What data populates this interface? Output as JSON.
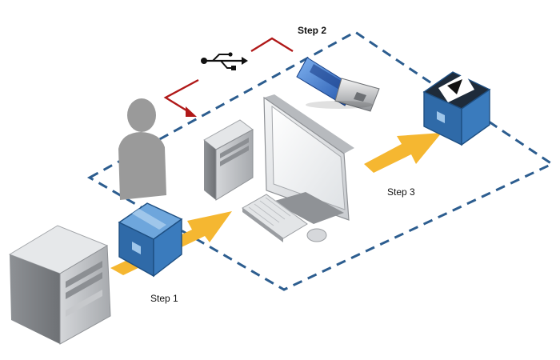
{
  "steps": {
    "step1": "Step 1",
    "step2": "Step 2",
    "step3": "Step 3"
  },
  "colors": {
    "dashed_boundary": "#2c5d8f",
    "arrow": "#f5b731",
    "usb_path": "#b01818",
    "package_blue": "#3a7bbd",
    "package_dark": "#1e4f82",
    "server_gray": "#b9bcc0",
    "person_gray": "#9a9a9a"
  },
  "icons": [
    "server-icon",
    "person-icon",
    "package-icon",
    "usb-symbol-icon",
    "usb-drive-icon",
    "computer-icon",
    "signed-package-icon"
  ]
}
